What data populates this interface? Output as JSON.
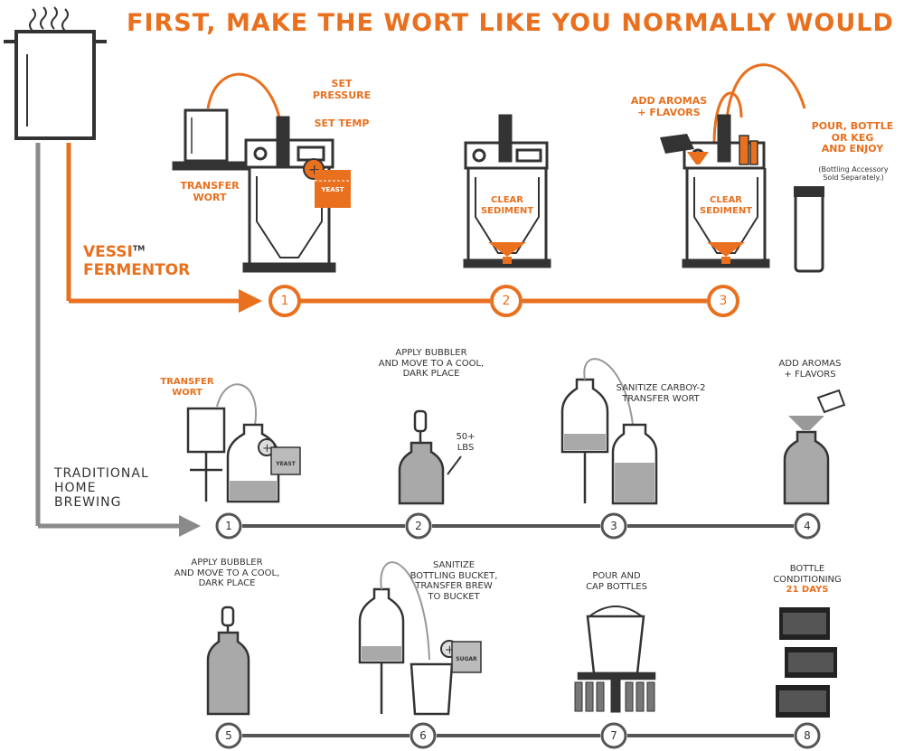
{
  "title": "FIRST, MAKE THE WORT LIKE YOU NORMALLY WOULD",
  "colors": {
    "accent": "#e8701e",
    "dark": "#333333",
    "grey": "#8a8a8a",
    "fill_grey": "#a9a9a9"
  },
  "vessi": {
    "label_line1": "VESSI",
    "tm": "TM",
    "label_line2": "FERMENTOR",
    "steps": [
      "1",
      "2",
      "3"
    ],
    "labels": {
      "set_pressure_1": "SET",
      "set_pressure_2": "PRESSURE",
      "set_temp": "SET TEMP",
      "transfer_wort_1": "TRANSFER",
      "transfer_wort_2": "WORT",
      "yeast": "YEAST",
      "clear_sediment_1": "CLEAR",
      "clear_sediment_2": "SEDIMENT",
      "add_aromas_1": "ADD AROMAS",
      "add_aromas_2": "+ FLAVORS",
      "pour_1": "POUR, BOTTLE",
      "pour_2": "OR KEG",
      "pour_3": "AND ENJOY",
      "accessory_1": "(Bottling Accessory",
      "accessory_2": "Sold Separately.)"
    }
  },
  "traditional": {
    "label_1": "TRADITIONAL",
    "label_2": "HOME",
    "label_3": "BREWING",
    "steps_row1": [
      "1",
      "2",
      "3",
      "4"
    ],
    "steps_row2": [
      "5",
      "6",
      "7",
      "8"
    ],
    "labels": {
      "transfer_wort_1": "TRANSFER",
      "transfer_wort_2": "WORT",
      "yeast": "YEAST",
      "bubbler_1": "APPLY BUBBLER",
      "bubbler_2": "AND MOVE TO A COOL,",
      "bubbler_3": "DARK PLACE",
      "weight_1": "50+",
      "weight_2": "LBS",
      "sanitize_carboy_1": "SANITIZE CARBOY-2",
      "sanitize_carboy_2": "TRANSFER WORT",
      "add_aromas_1": "ADD AROMAS",
      "add_aromas_2": "+ FLAVORS",
      "bubbler2_1": "APPLY BUBBLER",
      "bubbler2_2": "AND MOVE TO A COOL,",
      "bubbler2_3": "DARK PLACE",
      "sanitize_bucket_1": "SANITIZE",
      "sanitize_bucket_2": "BOTTLING BUCKET,",
      "sanitize_bucket_3": "TRANSFER BREW",
      "sanitize_bucket_4": "TO BUCKET",
      "sugar": "SUGAR",
      "pour_cap_1": "POUR AND",
      "pour_cap_2": "CAP BOTTLES",
      "conditioning_1": "BOTTLE",
      "conditioning_2": "CONDITIONING",
      "conditioning_3": "21 DAYS"
    }
  }
}
